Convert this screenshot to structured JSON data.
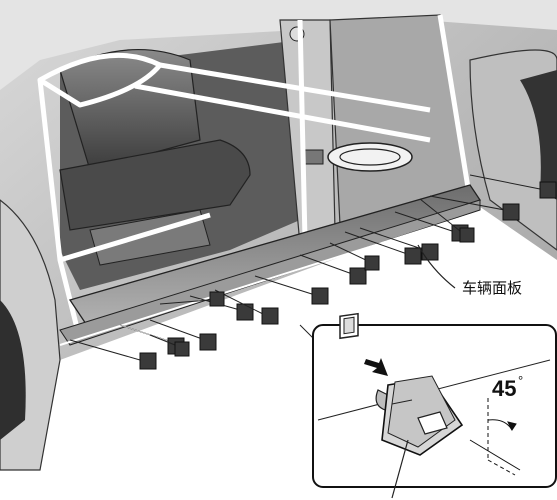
{
  "labels": {
    "part_name": "车辆面板",
    "angle_value": "45",
    "angle_unit": "°"
  },
  "callouts": {
    "clip_count_shown": 16
  }
}
